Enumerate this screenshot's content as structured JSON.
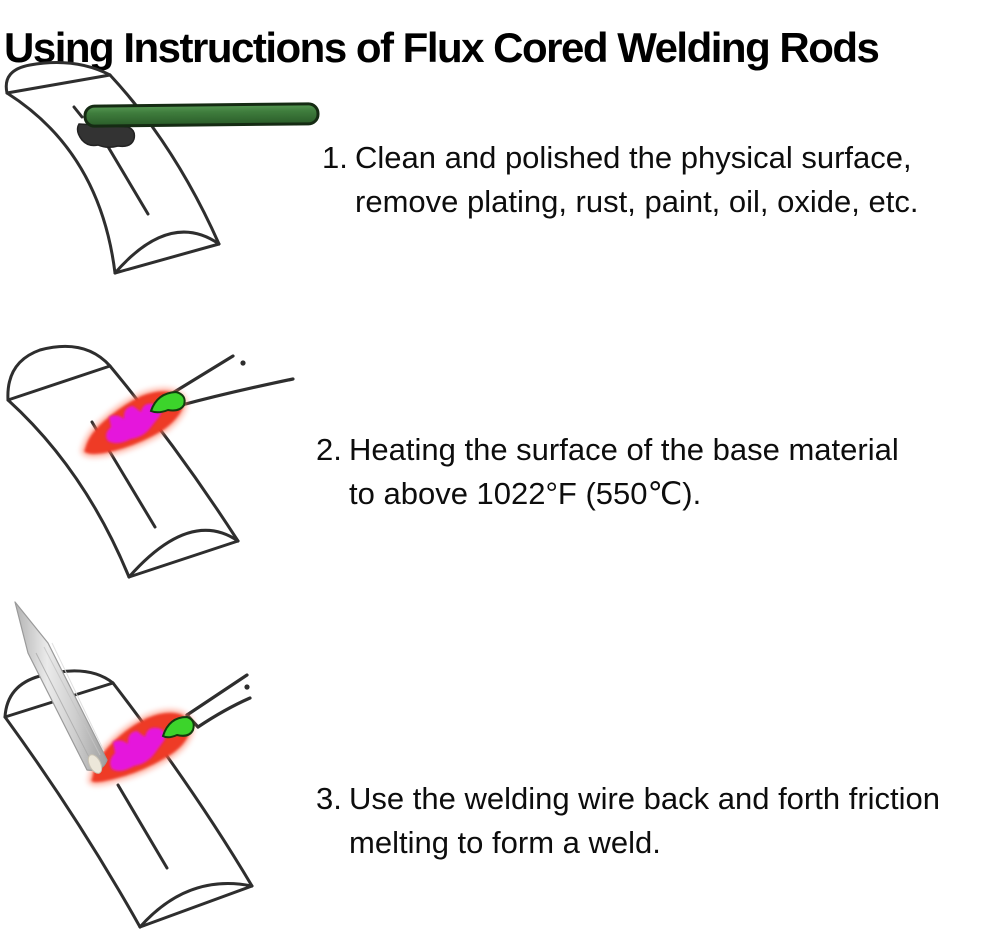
{
  "page": {
    "title": "Using Instructions of Flux Cored Welding Rods"
  },
  "steps": [
    {
      "number": "1.",
      "text": "Clean and polished the physical surface,\nremove plating, rust, paint, oil, oxide, etc."
    },
    {
      "number": "2.",
      "text": "Heating the surface of the base material\nto above 1022°F (550℃)."
    },
    {
      "number": "3.",
      "text": "Use the welding wire back and forth friction\nmelting to form a weld."
    }
  ],
  "figures": [
    {
      "icon": "wire-brush-cleaning-bar-figure"
    },
    {
      "icon": "torch-heating-bar-figure"
    },
    {
      "icon": "welding-rod-melting-figure"
    }
  ],
  "colors": {
    "outline": "#2e2e2e",
    "text": "#000000",
    "background": "#ffffff",
    "brush_handle_green": "#3f7d3d",
    "brush_head_black": "#333333",
    "flame_outer_red": "#ee3b28",
    "flame_inner_magenta": "#e512dc",
    "torch_tip_green": "#3cd42b",
    "welding_rod_gray": "#c9c9c9"
  }
}
